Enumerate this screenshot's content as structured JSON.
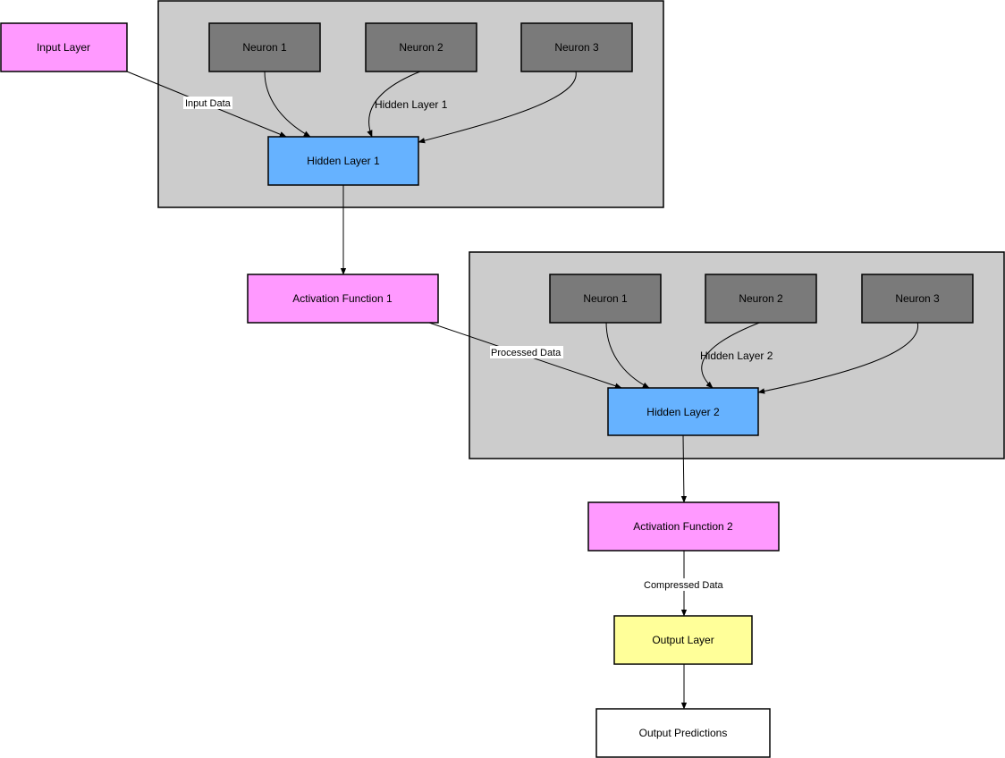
{
  "colors": {
    "cluster_fill": "#cccccc",
    "neuron_fill": "#7a7a7a",
    "hidden_fill": "#66b2ff",
    "activation_fill": "#ff99ff",
    "output_layer_fill": "#ffff99",
    "predictions_fill": "#ffffff",
    "stroke": "#000000"
  },
  "clusters": {
    "hidden1": {
      "label": "Hidden Layer 1",
      "neurons": [
        "Neuron 1",
        "Neuron 2",
        "Neuron 3"
      ],
      "node_label": "Hidden Layer 1"
    },
    "hidden2": {
      "label": "Hidden Layer 2",
      "neurons": [
        "Neuron 1",
        "Neuron 2",
        "Neuron 3"
      ],
      "node_label": "Hidden Layer 2"
    }
  },
  "nodes": {
    "input_layer": "Input Layer",
    "activation1": "Activation Function 1",
    "activation2": "Activation Function 2",
    "output_layer": "Output Layer",
    "output_predictions": "Output Predictions"
  },
  "edges": {
    "input_data": "Input Data",
    "processed_data": "Processed Data",
    "compressed_data": "Compressed Data"
  }
}
